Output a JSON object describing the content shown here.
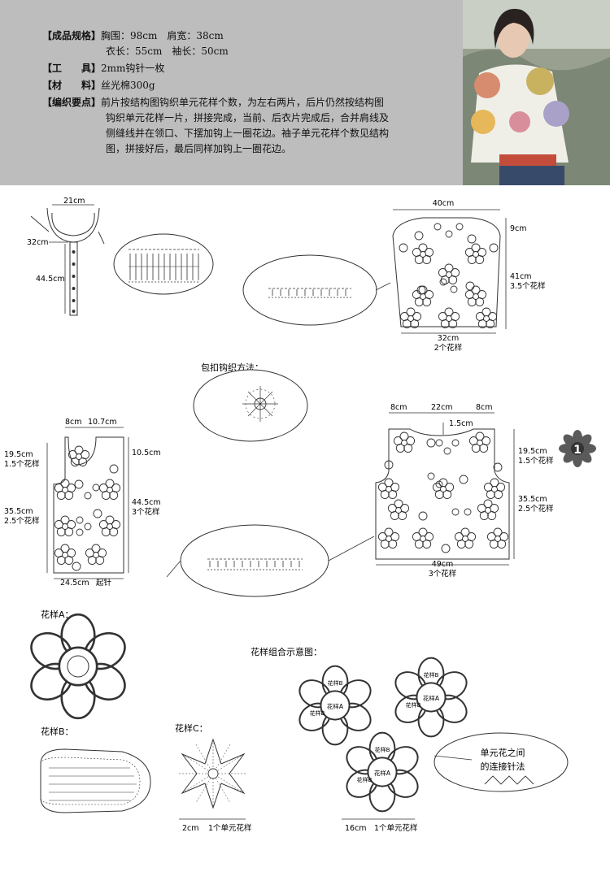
{
  "specs": {
    "size_label": "【成品规格】",
    "size_line1": "胸围：98cm　肩宽：38cm",
    "size_line2": "衣长：55cm　袖长：50cm",
    "tool_label": "【工　　具】",
    "tool_value": "2mm钩针一枚",
    "material_label": "【材　　料】",
    "material_value": "丝光棉300g",
    "notes_label": "【编织要点】",
    "notes_line1": "前片按结构图钩织单元花样个数，为左右两片，后片仍然按结构图",
    "notes_line2": "钩织单元花样一片，拼接完成，当前、后衣片完成后，合并肩线及",
    "notes_line3": "侧缝线并在领口、下摆加钩上一圈花边。袖子单元花样个数见结构",
    "notes_line4": "图，拼接好后，最后同样加钩上一圈花边。"
  },
  "collar": {
    "w": "21cm",
    "neck": "32cm",
    "band": "44.5cm"
  },
  "sleeve": {
    "top": "40cm",
    "cap": "9cm",
    "len": "41cm",
    "len_motifs": "3.5个花样",
    "bottom": "32cm",
    "bottom_motifs": "2个花样"
  },
  "button_label": "包扣钩织方法：",
  "front": {
    "w1": "8cm",
    "w2": "10.7cm",
    "neck": "10.5cm",
    "upper": "19.5cm",
    "upper_motifs": "1.5个花样",
    "body": "44.5cm",
    "body_motifs": "3个花样",
    "lower": "35.5cm",
    "lower_motifs": "2.5个花样",
    "bottom": "24.5cm",
    "start": "起针"
  },
  "back": {
    "w1": "8cm",
    "w2": "22cm",
    "w3": "8cm",
    "neck": "1.5cm",
    "upper": "19.5cm",
    "upper_motifs": "1.5个花样",
    "lower": "35.5cm",
    "lower_motifs": "2.5个花样",
    "bottom": "49cm",
    "bottom_motifs": "3个花样"
  },
  "page_number": "1",
  "motifs": {
    "a_label": "花样A：",
    "b_label": "花样B：",
    "c_label": "花样C：",
    "c_size": "2cm",
    "c_unit": "1个单元花样",
    "combo_label": "花样组合示意图：",
    "combo_size": "16cm",
    "combo_unit": "1个单元花样",
    "b_petal": "花样B",
    "a_center": "花样A",
    "join_line1": "单元花之间",
    "join_line2": "的连接针法"
  },
  "letters": {
    "a": "A",
    "b": "B",
    "c": "C"
  },
  "colors": {
    "header_bg": "#bdbdbd",
    "badge": "#5a5a5a",
    "line": "#333333"
  }
}
